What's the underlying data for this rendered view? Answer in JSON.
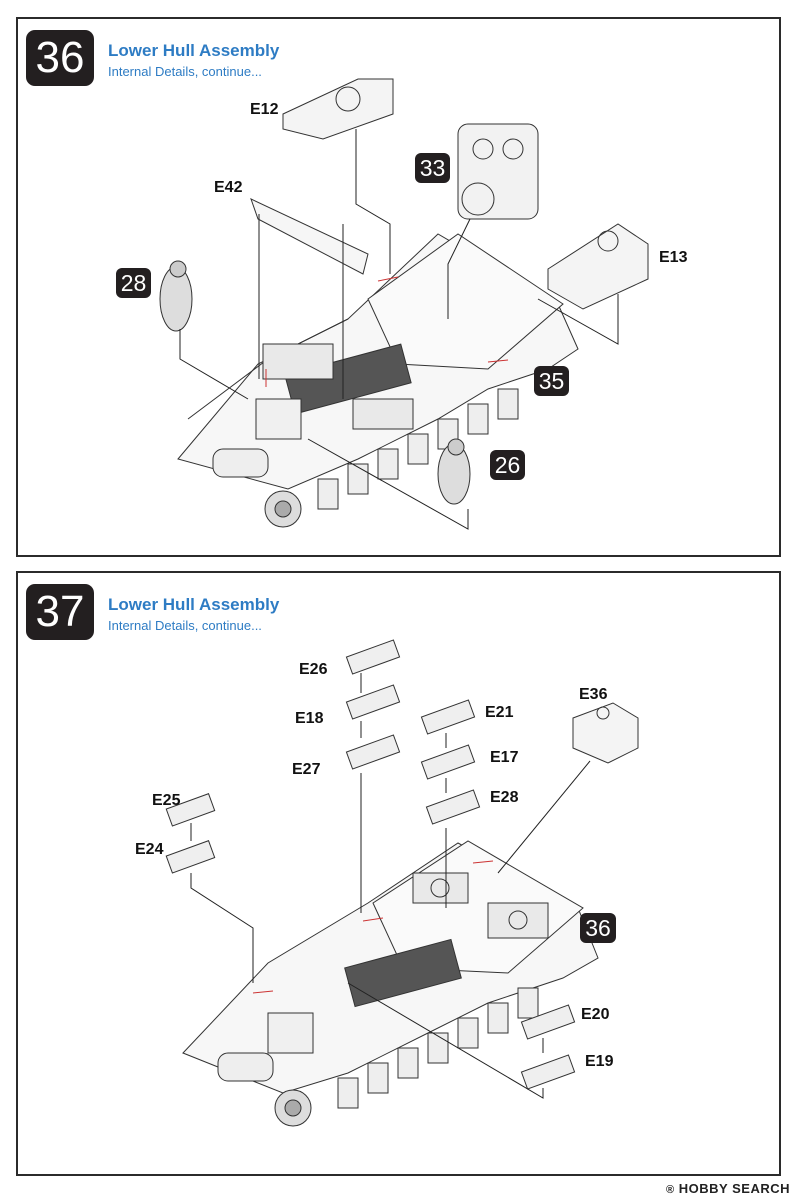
{
  "step36": {
    "number": "36",
    "title": "Lower Hull Assembly",
    "subtitle": "Internal Details, continue...",
    "part_labels": [
      "E12",
      "E42",
      "E13"
    ],
    "step_refs": [
      "33",
      "28",
      "35",
      "26"
    ]
  },
  "step37": {
    "number": "37",
    "title": "Lower Hull Assembly",
    "subtitle": "Internal Details, continue...",
    "part_labels": [
      "E26",
      "E18",
      "E27",
      "E21",
      "E17",
      "E28",
      "E36",
      "E25",
      "E24",
      "E20",
      "E19"
    ],
    "step_refs": [
      "36"
    ]
  },
  "watermark": {
    "brand": "HOBBY SEARCH",
    "mark": "®"
  }
}
